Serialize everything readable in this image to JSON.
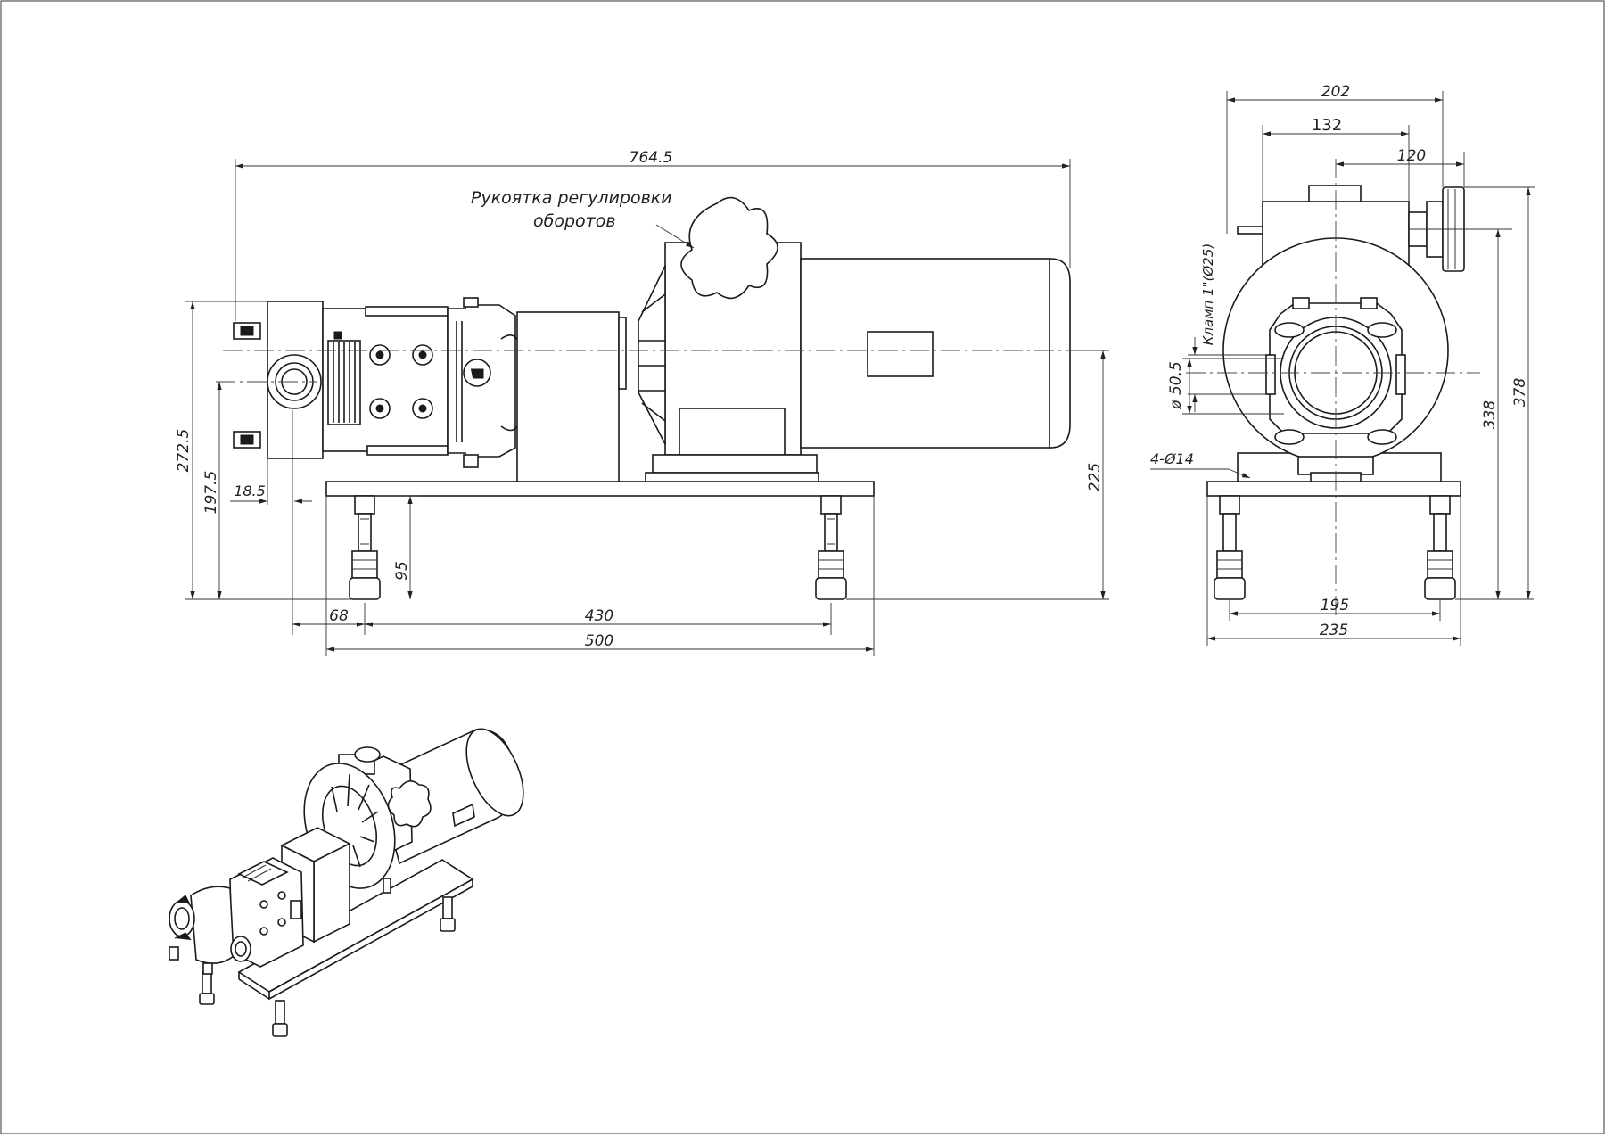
{
  "drawing": {
    "annotation": {
      "line1": "Рукоятка регулировки",
      "line2": "оборотов"
    },
    "side_view_dims": {
      "overall_length": "764.5",
      "total_height": "272.5",
      "inlet_height": "197.5",
      "flange_offset": "18.5",
      "leg_height": "95",
      "front_overhang": "68",
      "leg_spacing": "430",
      "base_length": "500",
      "shaft_height": "225"
    },
    "end_view_dims": {
      "overall_width": "202",
      "housing_width": "132",
      "knob_offset": "120",
      "clamp": "Кламп 1\"(Ø25)",
      "port_diameter": "ø 50.5",
      "holes": "4-Ø14",
      "leg_spacing": "195",
      "base_width": "235",
      "shaft_height": "338",
      "total_height": "378"
    }
  }
}
